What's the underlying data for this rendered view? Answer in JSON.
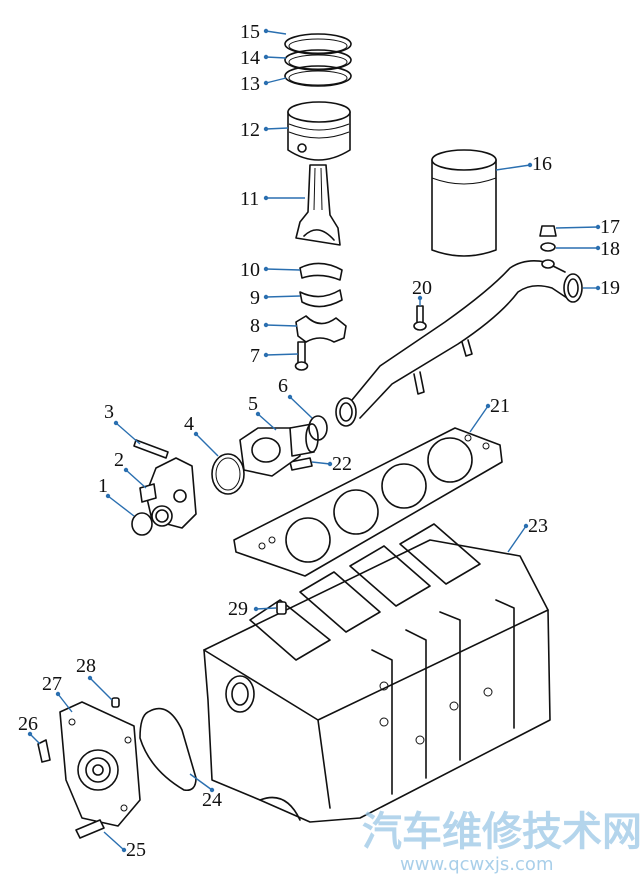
{
  "labels": [
    "1",
    "2",
    "3",
    "4",
    "5",
    "6",
    "7",
    "8",
    "9",
    "10",
    "11",
    "12",
    "13",
    "14",
    "15",
    "16",
    "17",
    "18",
    "19",
    "20",
    "21",
    "22",
    "23",
    "24",
    "25",
    "26",
    "27",
    "28",
    "29"
  ],
  "watermark": {
    "cn": "汽车维修技术网",
    "url": "www.qcwxjs.com"
  },
  "colors": {
    "leader": "#2a6fb0",
    "ink": "#111111",
    "watermark": "#9bc7e6"
  }
}
